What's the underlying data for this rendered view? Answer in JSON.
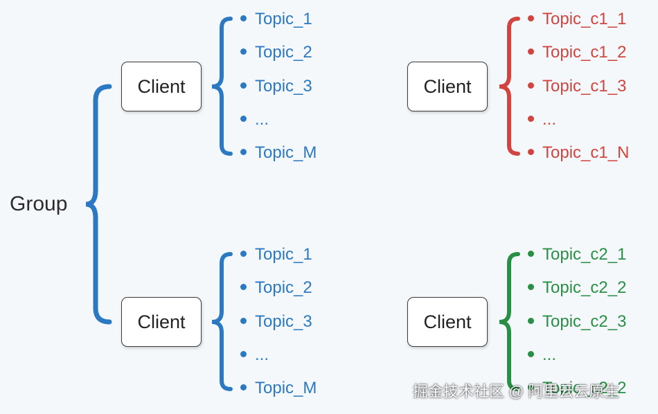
{
  "group_label": "Group",
  "colors": {
    "blue": "#2b79c2",
    "red": "#d0453f",
    "green": "#2a8f46"
  },
  "clients": [
    {
      "label": "Client",
      "topics": [
        "Topic_1",
        "Topic_2",
        "Topic_3",
        "...",
        "Topic_M"
      ]
    },
    {
      "label": "Client",
      "topics": [
        "Topic_c1_1",
        "Topic_c1_2",
        "Topic_c1_3",
        "...",
        "Topic_c1_N"
      ]
    },
    {
      "label": "Client",
      "topics": [
        "Topic_1",
        "Topic_2",
        "Topic_3",
        "...",
        "Topic_M"
      ]
    },
    {
      "label": "Client",
      "topics": [
        "Topic_c2_1",
        "Topic_c2_2",
        "Topic_c2_3",
        "...",
        "Topic_c2_2"
      ]
    }
  ],
  "watermark": "掘金技术社区 @ 阿里云云原生"
}
